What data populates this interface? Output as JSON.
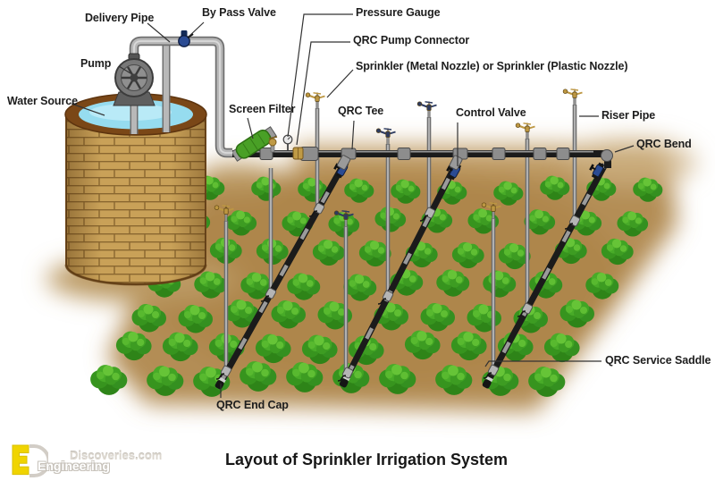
{
  "title": "Layout of Sprinkler Irrigation System",
  "watermark": {
    "site": "Discoveries.com",
    "brand": "Engineering"
  },
  "labels": {
    "delivery_pipe": "Delivery Pipe",
    "bypass_valve": "By Pass Valve",
    "pump": "Pump",
    "water_source": "Water Source",
    "screen_filter": "Screen Filter",
    "pressure_gauge": "Pressure Gauge",
    "qrc_pump_connector": "QRC Pump Connector",
    "sprinkler": "Sprinkler (Metal Nozzle) or Sprinkler (Plastic Nozzle)",
    "qrc_tee": "QRC Tee",
    "control_valve": "Control Valve",
    "riser_pipe": "Riser Pipe",
    "qrc_bend": "QRC Bend",
    "qrc_service_saddle": "QRC Service Saddle",
    "qrc_end_cap": "QRC End Cap"
  },
  "colors": {
    "ground": "#b38d55",
    "bush_green": "#3fa226",
    "water": "#96dcef",
    "brick": "#c9a158",
    "pipe_dark": "#1b1b1b",
    "riser_gray": "#8f8f8f",
    "sprinkler_brass": "#bd9742",
    "sprinkler_plastic": "#2d3b60",
    "valve_blue": "#2b4b93",
    "filter_green": "#49a026",
    "logo_yellow": "#f0d400",
    "label_text": "#1d1d1d"
  }
}
